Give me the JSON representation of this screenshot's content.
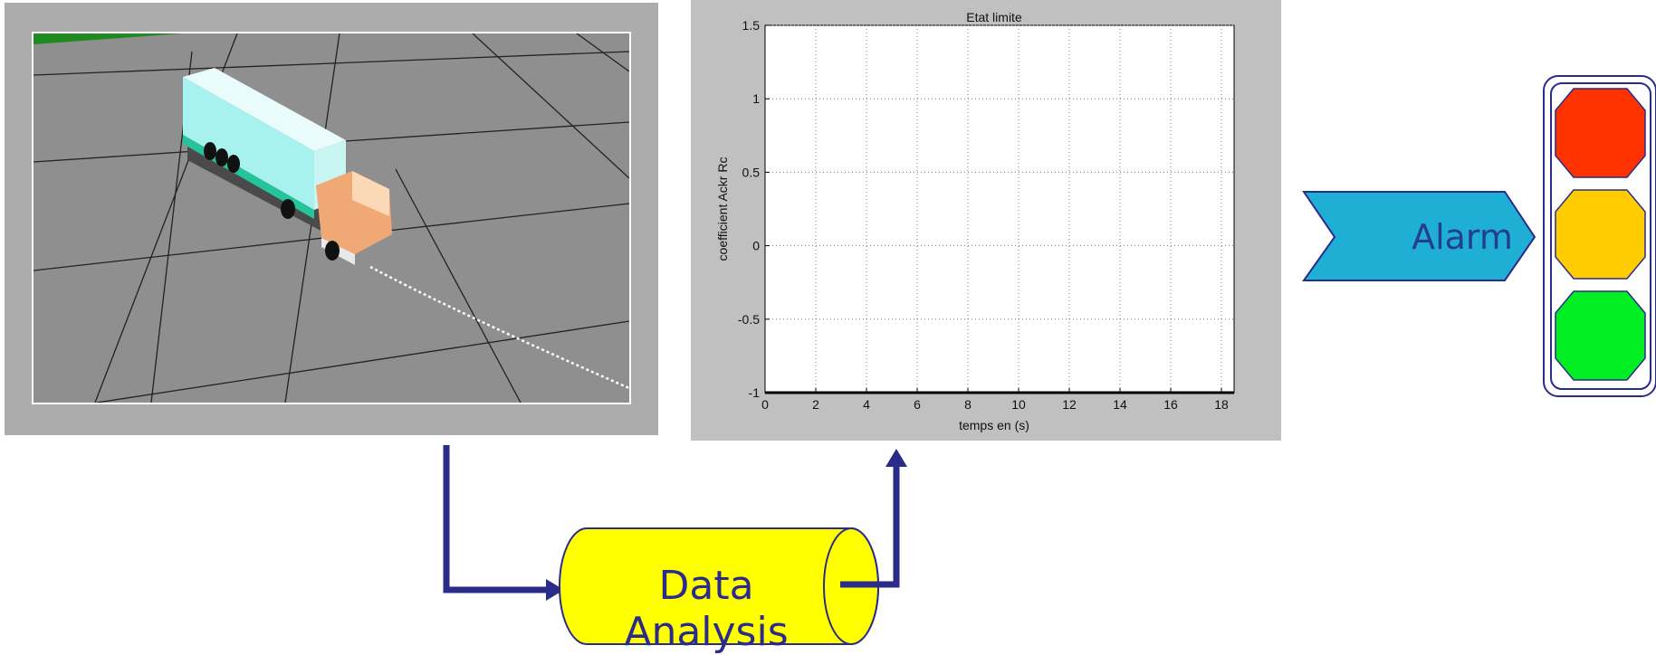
{
  "chart_data": {
    "type": "line",
    "title": "Etat limite",
    "xlabel": "temps en (s)",
    "ylabel": "coefficient Ackr Rc",
    "xlim": [
      0,
      18.5
    ],
    "ylim": [
      -1,
      1.5
    ],
    "xticks": [
      0,
      2,
      4,
      6,
      8,
      10,
      12,
      14,
      16,
      18
    ],
    "yticks": [
      -1,
      -0.5,
      0,
      0.5,
      1,
      1.5
    ],
    "ytick_labels": [
      "-1",
      "-0.5",
      "0",
      "0.5",
      "1",
      "1.5"
    ],
    "grid": true,
    "series": [
      {
        "x": [
          0,
          18.5
        ],
        "y": [
          -1,
          -1
        ],
        "color": "#000000"
      }
    ]
  },
  "diagram": {
    "alarm_label": "Alarm",
    "analysis_label": "Data Analysis",
    "colors": {
      "alarm_fill": "#20afd4",
      "cylinder_fill": "#ffff00",
      "arrow": "#2b2b8a",
      "light_red": "#ff3300",
      "light_amber": "#ffcc00",
      "light_green": "#00ee22"
    },
    "traffic_light_icons": [
      "red-light-icon",
      "amber-light-icon",
      "green-light-icon"
    ],
    "simulation_icon": "truck-trailer-icon"
  }
}
